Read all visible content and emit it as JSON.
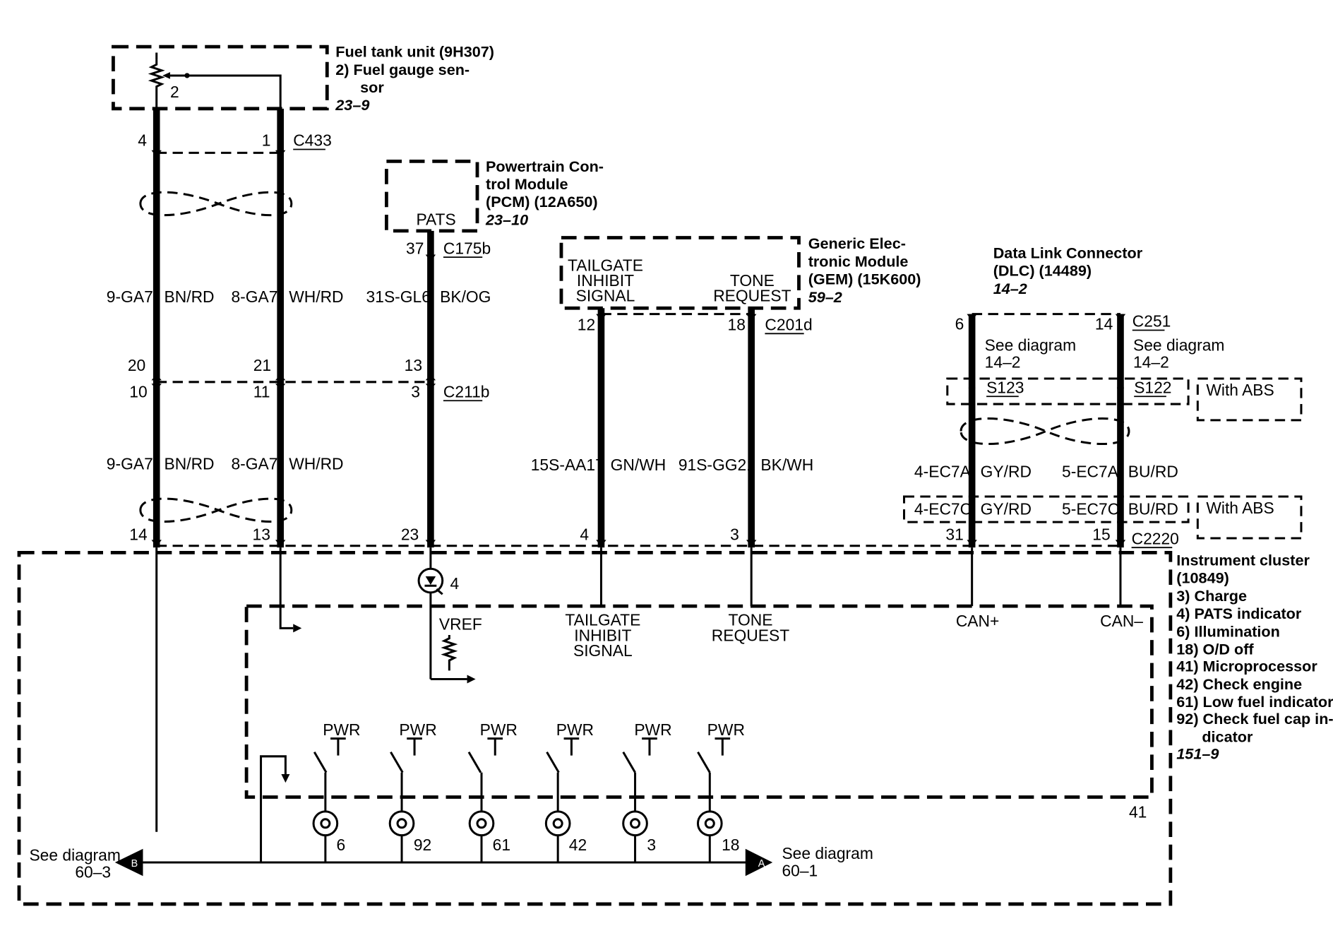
{
  "fuel_tank": {
    "title": "Fuel tank unit (9H307)",
    "item1": "2)   Fuel gauge sen-",
    "item2": "sor",
    "ref": "23–9",
    "sensor_no": "2"
  },
  "c433": {
    "name": "C433",
    "pin_left": "4",
    "pin_right": "1"
  },
  "pcm": {
    "line1": "Powertrain Con-",
    "line2": "trol Module",
    "line3": "(PCM) (12A650)",
    "ref": "23–10",
    "pats": "PATS"
  },
  "c175b": {
    "name": "C175b",
    "pin": "37"
  },
  "gem": {
    "line1": "Generic Elec-",
    "line2": "tronic Module",
    "line3": "(GEM) (15K600)",
    "ref": "59–2",
    "tailgate1": "TAILGATE",
    "tailgate2": "INHIBIT",
    "tailgate3": "SIGNAL",
    "tone1": "TONE",
    "tone2": "REQUEST"
  },
  "c201d": {
    "name": "C201d",
    "pin_left": "12",
    "pin_right": "18"
  },
  "dlc": {
    "line1": "Data Link Connector",
    "line2": "(DLC) (14489)",
    "ref": "14–2"
  },
  "c251": {
    "name": "C251",
    "pin_left": "6",
    "pin_right": "14"
  },
  "see_diag_left": {
    "line1": "See diagram",
    "line2": "14–2"
  },
  "see_diag_right": {
    "line1": "See diagram",
    "line2": "14–2"
  },
  "s123": "S123",
  "s122": "S122",
  "with_abs_1": "With ABS",
  "with_abs_2": "With ABS",
  "wires_upper": {
    "w1_circuit": "9-GA7",
    "w1_color": "BN/RD",
    "w2_circuit": "8-GA7",
    "w2_color": "WH/RD",
    "w3_circuit": "31S-GL6",
    "w3_color": "BK/OG"
  },
  "mid_pins_top": {
    "p1": "20",
    "p2": "21",
    "p3": "13"
  },
  "mid_pins_bottom": {
    "p1": "10",
    "p2": "11",
    "p3": "3"
  },
  "c211b": "C211b",
  "wires_lower": {
    "w1_circuit": "9-GA7",
    "w1_color": "BN/RD",
    "w2_circuit": "8-GA7",
    "w2_color": "WH/RD",
    "w4_circuit": "15S-AA17",
    "w4_color": "GN/WH",
    "w5_circuit": "91S-GG21",
    "w5_color": "BK/WH",
    "w6_circuit": "4-EC7A",
    "w6_color": "GY/RD",
    "w7_circuit": "5-EC7A",
    "w7_color": "BU/RD",
    "w6b_circuit": "4-EC7C",
    "w6b_color": "GY/RD",
    "w7b_circuit": "5-EC7C",
    "w7b_color": "BU/RD"
  },
  "c2220": {
    "name": "C2220",
    "pins": [
      "14",
      "13",
      "23",
      "4",
      "3",
      "31",
      "15"
    ]
  },
  "cluster": {
    "title1": "Instrument cluster",
    "title2": "(10849)",
    "items": [
      "3)    Charge",
      "4)    PATS indicator",
      "6)    Illumination",
      "18) O/D off",
      "41) Microprocessor",
      "42) Check engine",
      "61) Low fuel indicator",
      "92) Check fuel cap in-"
    ],
    "item_cont": "dicator",
    "ref": "151–9"
  },
  "inner": {
    "pats_led_no": "4",
    "vref": "VREF",
    "tailgate1": "TAILGATE",
    "tailgate2": "INHIBIT",
    "tailgate3": "SIGNAL",
    "tone1": "TONE",
    "tone2": "REQUEST",
    "can_plus": "CAN+",
    "can_minus": "CAN–",
    "micro_no": "41",
    "pwr": [
      "PWR",
      "PWR",
      "PWR",
      "PWR",
      "PWR",
      "PWR"
    ],
    "lamps": [
      "6",
      "92",
      "61",
      "42",
      "3",
      "18"
    ]
  },
  "bottom_left": {
    "line1": "See diagram",
    "line2": "60–3",
    "tag": "B"
  },
  "bottom_right": {
    "line1": "See diagram",
    "line2": "60–1",
    "tag": "A"
  }
}
